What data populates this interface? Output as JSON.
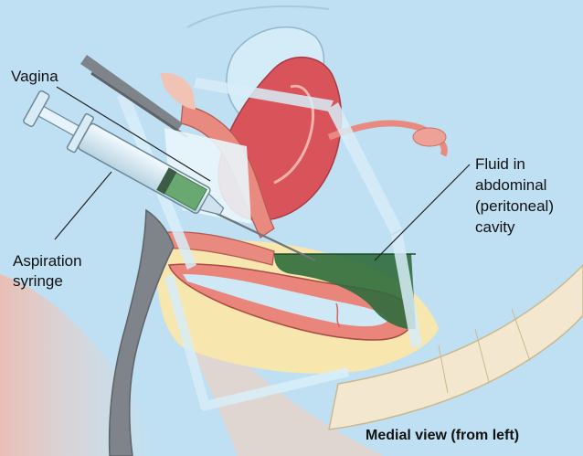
{
  "labels": {
    "vagina": "Vagina",
    "aspiration_line1": "Aspiration",
    "aspiration_line2": "syringe",
    "fluid_line1": "Fluid in",
    "fluid_line2": "abdominal",
    "fluid_line3": "(peritoneal)",
    "fluid_line4": "cavity",
    "view_caption": "Medial view (from left)"
  },
  "colors": {
    "background": "#bfe0f2",
    "uterus": "#d9535a",
    "tissue_pink": "#e88a80",
    "fat_yellow": "#f6e3a6",
    "fluid_green": "#2f6b3c",
    "instrument_gray": "#8a8f94"
  }
}
